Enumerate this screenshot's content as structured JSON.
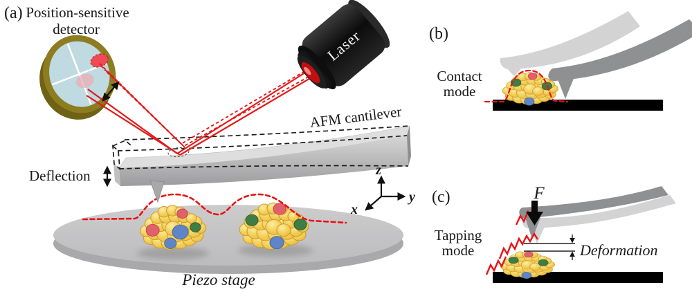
{
  "figure": {
    "panel_a": {
      "tag": "(a)",
      "detector_label_line1": "Position-sensitive",
      "detector_label_line2": "detector",
      "laser_label": "Laser",
      "cantilever_label": "AFM cantilever",
      "deflection_label": "Deflection",
      "stage_label": "Piezo stage",
      "axis_x": "x",
      "axis_y": "y",
      "axis_z": "z"
    },
    "panel_b": {
      "tag": "(b)",
      "mode_line1": "Contact",
      "mode_line2": "mode"
    },
    "panel_c": {
      "tag": "(c)",
      "mode_line1": "Tapping",
      "mode_line2": "mode",
      "force_label": "F",
      "deformation_label": "Deformation"
    }
  },
  "colors": {
    "beam_red": "#e41a1a",
    "profile_red": "#ea1214",
    "cell_edge": "#c9992b",
    "cell_red": "#e2606c",
    "cell_blue": "#5e85c6",
    "cell_green": "#3f7d45",
    "stage_side_gray": "#a9a9ab",
    "cantilever_light_gray": "#d3d3d3",
    "cantilever_dark_gray": "#8f9092",
    "detector_rim_olive": "#8d7c20",
    "detector_face_blue": "#bfdae0",
    "spot_red": "#ee4b57",
    "spot_pink": "#eaacb6",
    "laser_body_black": "#1a1a1a",
    "laser_lens_red": "#c01010",
    "substrate_black": "#000000",
    "text_ink": "#1a1a1a"
  }
}
